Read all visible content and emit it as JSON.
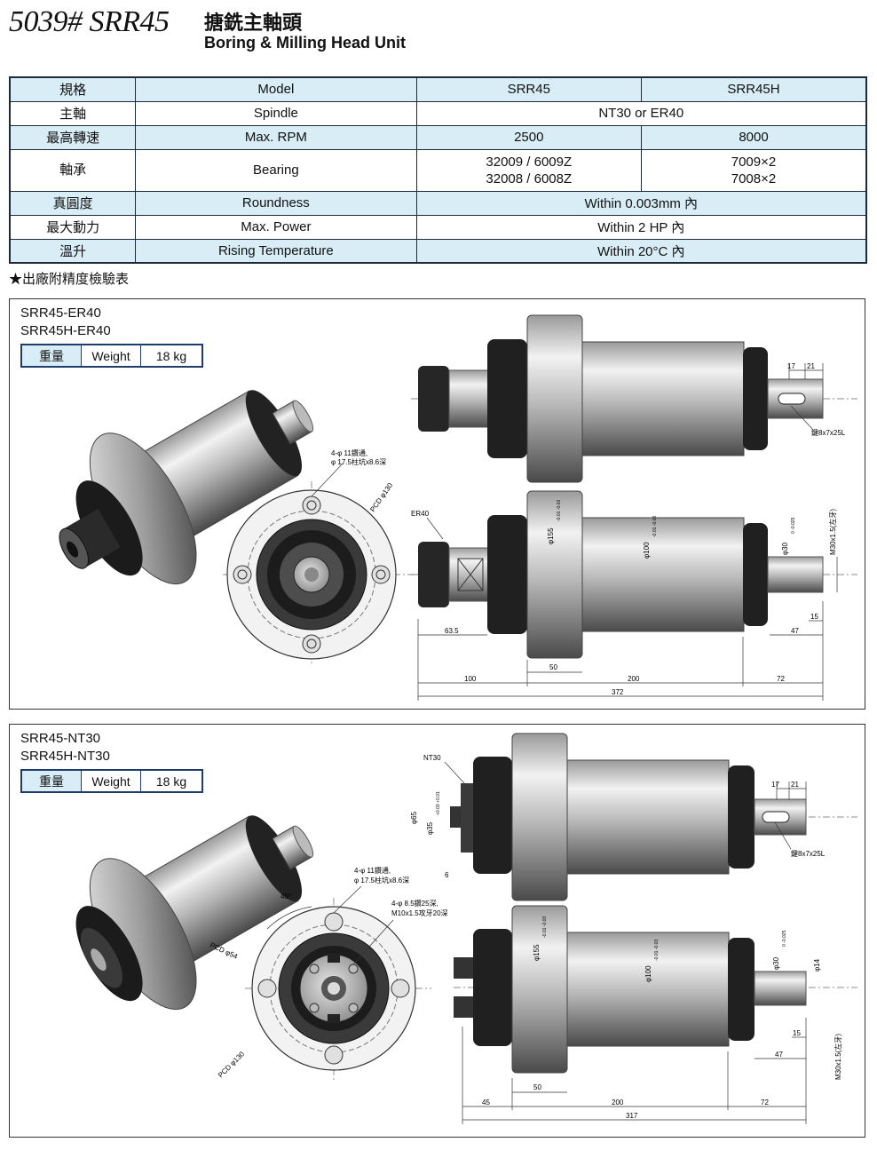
{
  "header": {
    "code": "5039# SRR45",
    "title_zh": "搪銑主軸頭",
    "title_en": "Boring & Milling Head Unit"
  },
  "spec_table": {
    "header": [
      "規格",
      "Model",
      "SRR45",
      "SRR45H"
    ],
    "rows": [
      {
        "zh": "主軸",
        "en": "Spindle",
        "shared": "NT30 or ER40"
      },
      {
        "zh": "最高轉速",
        "en": "Max. RPM",
        "v1": "2500",
        "v2": "8000"
      },
      {
        "zh": "軸承",
        "en": "Bearing",
        "v1a": "32009 / 6009Z",
        "v1b": "32008 / 6008Z",
        "v2a": "7009×2",
        "v2b": "7008×2"
      },
      {
        "zh": "真圓度",
        "en": "Roundness",
        "shared": "Within 0.003mm 內"
      },
      {
        "zh": "最大動力",
        "en": "Max. Power",
        "shared": "Within 2 HP 內"
      },
      {
        "zh": "溫升",
        "en": "Rising Temperature",
        "shared": "Within 20°C 內"
      }
    ]
  },
  "note": "★出廠附精度檢驗表",
  "panels": [
    {
      "name1": "SRR45-ER40",
      "name2": "SRR45H-ER40",
      "weight_zh": "重量",
      "weight_en": "Weight",
      "weight": "18 kg",
      "labels": {
        "holes": "4-φ 11鑽通,",
        "holes2": "φ 17.5柱坑x8.6深",
        "pcd": "PCD φ130",
        "er": "ER40",
        "key": "鍵8x7x25L",
        "d17": "17",
        "d21": "21",
        "dia155": "φ155",
        "dia155tol": "-0.01 -0.03",
        "dia100": "φ100",
        "dia100tol": "-0.01 -0.03",
        "dia30": "φ30",
        "dia30tol": "0 -0.025",
        "m30": "M30x1.5(左牙)",
        "d15": "15",
        "d47": "47",
        "d635": "63.5",
        "d50": "50",
        "d100": "100",
        "d200": "200",
        "d72": "72",
        "d372": "372"
      }
    },
    {
      "name1": "SRR45-NT30",
      "name2": "SRR45H-NT30",
      "weight_zh": "重量",
      "weight_en": "Weight",
      "weight": "18 kg",
      "labels": {
        "nt": "NT30",
        "dia65": "φ65",
        "dia35": "φ35",
        "dia35tol": "+0.03 +0.01",
        "d6": "6",
        "holes": "4-φ 11鑽通,",
        "holes2": "φ 17.5柱坑x8.6深",
        "holes3": "4-φ 8.5鑽25深,",
        "holes4": "M10x1.5攻牙20深",
        "angle": "45°",
        "pcd54": "PCD φ54",
        "pcd130": "PCD φ130",
        "key": "鍵8x7x25L",
        "d17": "17",
        "d21": "21",
        "dia155": "φ155",
        "dia155tol": "-0.01 -0.03",
        "dia100": "φ100",
        "dia100tol": "-0.01 -0.03",
        "dia30": "φ30",
        "dia30tol": "0 -0.025",
        "dia14": "φ14",
        "m30": "M30x1.5(左牙)",
        "d15": "15",
        "d47": "47",
        "d45": "45",
        "d50": "50",
        "d200": "200",
        "d72": "72",
        "d317": "317"
      }
    }
  ],
  "colors": {
    "table_shade": "#d9edf6",
    "border": "#1d2a3a",
    "steel_light": "#d9d9d9",
    "steel_dark": "#555555",
    "black_ring": "#1a1a1a"
  }
}
